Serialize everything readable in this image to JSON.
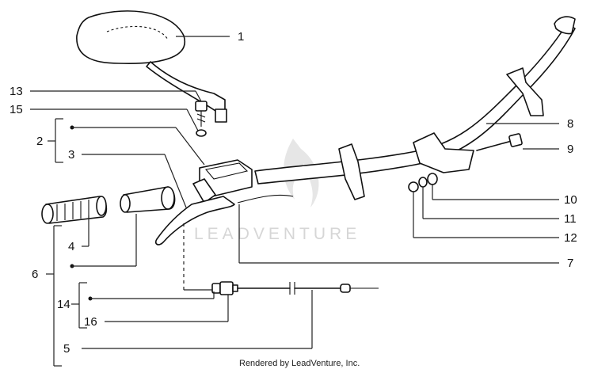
{
  "diagram": {
    "callouts": [
      "1",
      "2",
      "3",
      "4",
      "5",
      "6",
      "7",
      "8",
      "9",
      "10",
      "11",
      "12",
      "13",
      "14",
      "15",
      "16"
    ],
    "watermark_text": "LEADVENTURE",
    "footer_text": "Rendered by LeadVenture, Inc."
  }
}
